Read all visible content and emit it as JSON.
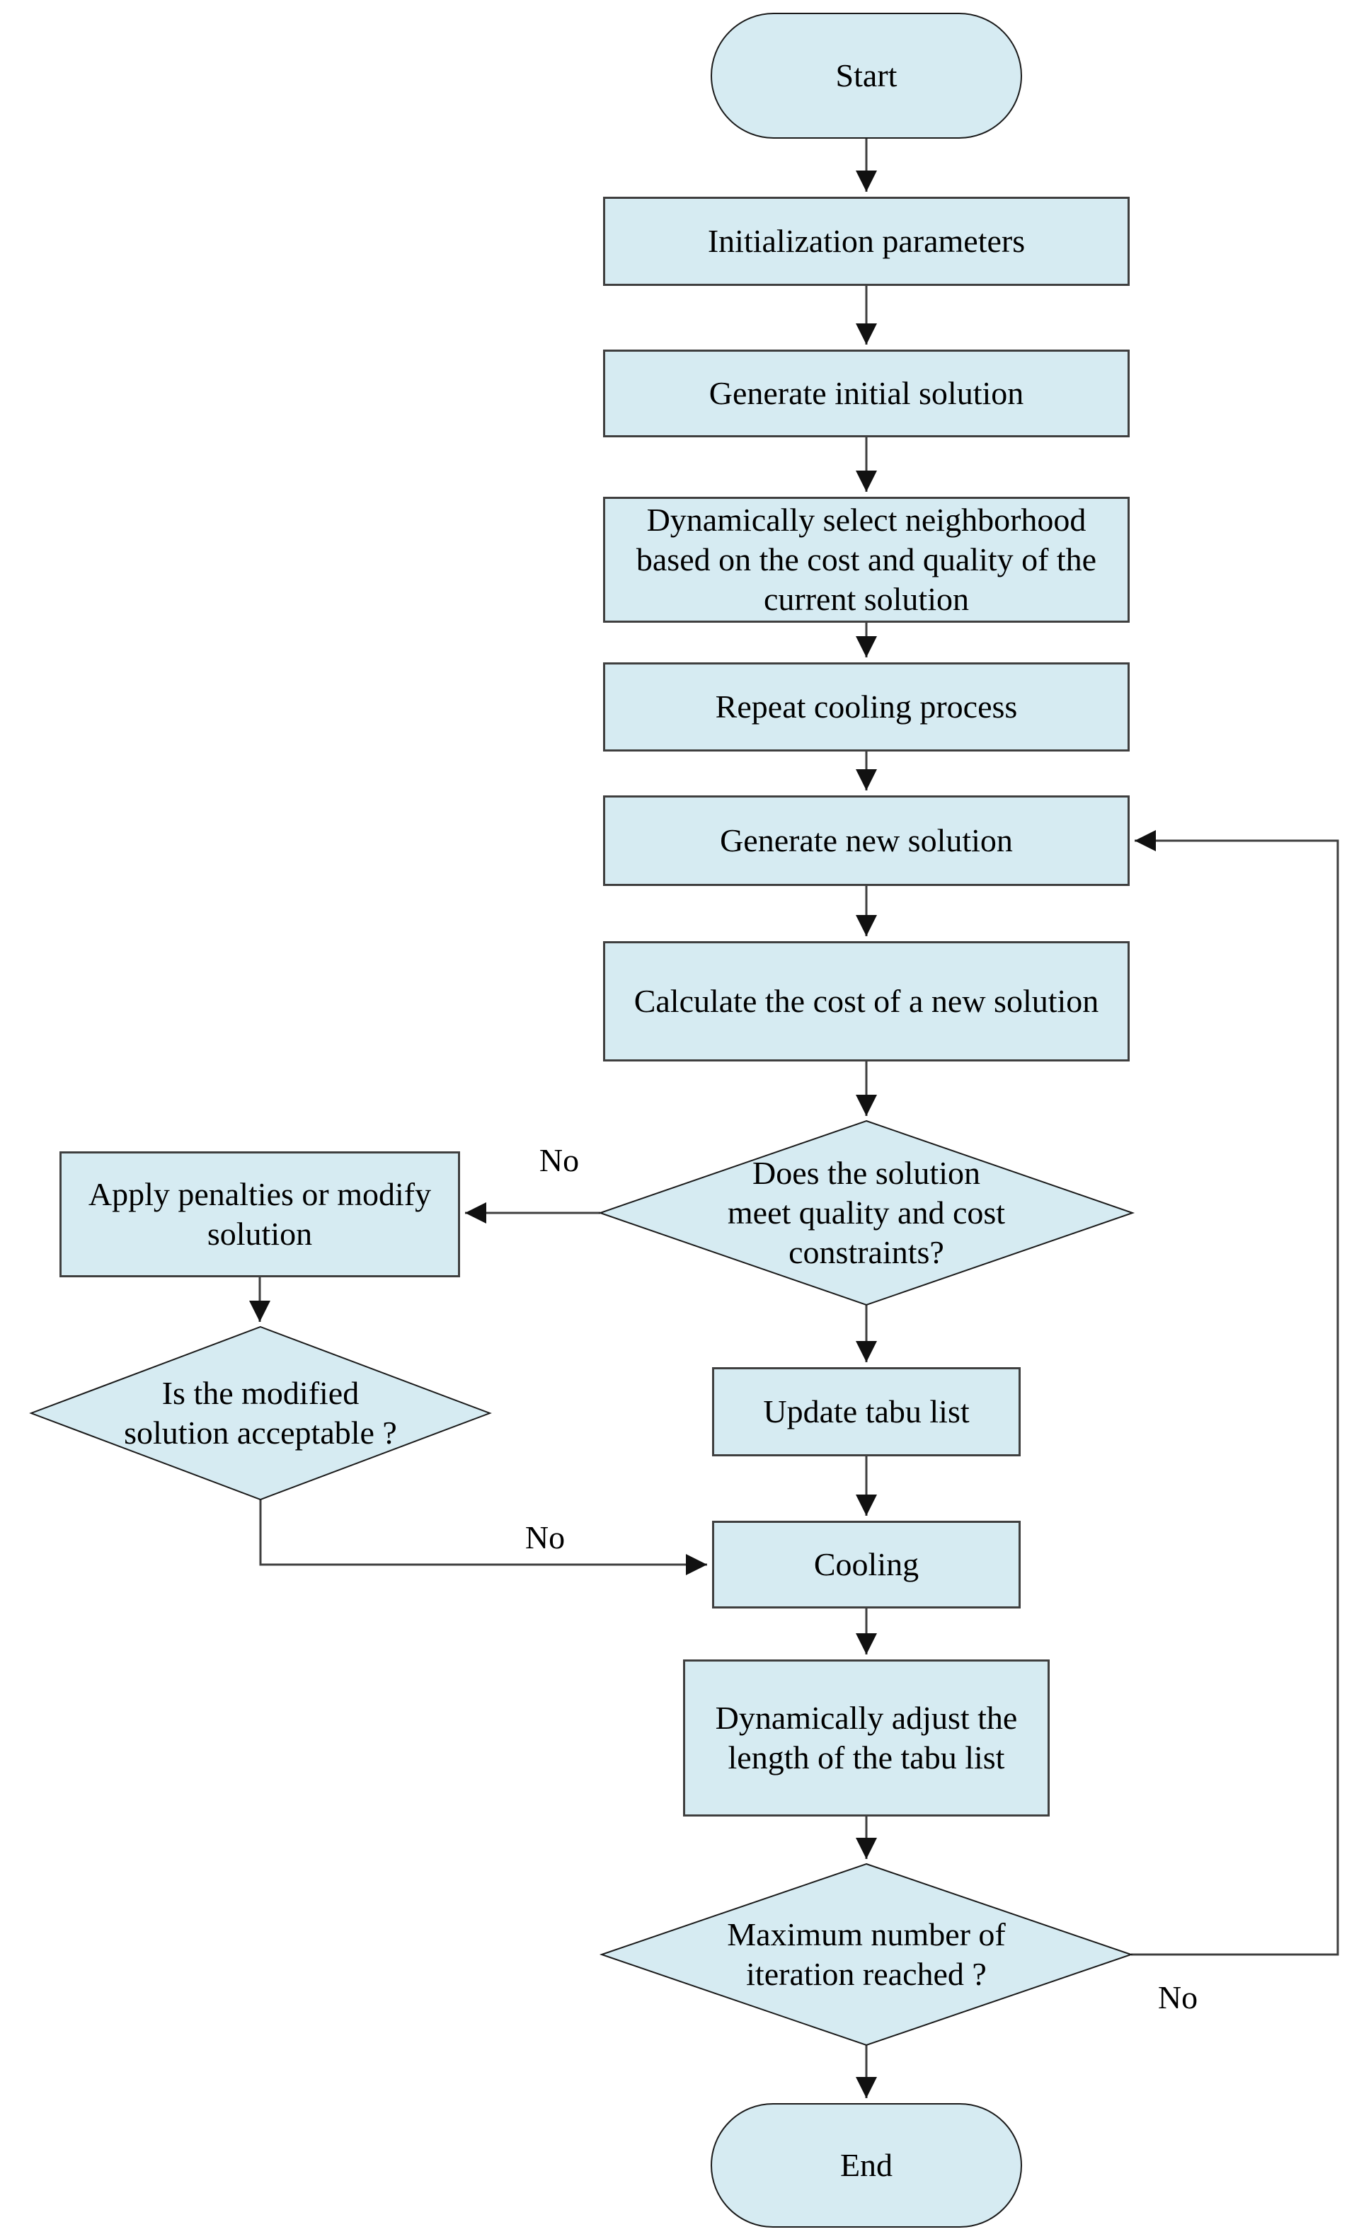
{
  "diagram": {
    "type": "flowchart",
    "colors": {
      "node_fill": "#d6ebf2",
      "node_border": "#3f3f3f",
      "diamond_border": "#1a1a1a",
      "connector": "#3f3f3f",
      "arrowhead": "#111111",
      "text": "#000000",
      "background": "#ffffff"
    },
    "nodes": {
      "start": {
        "type": "terminator",
        "lines": [
          "Start"
        ]
      },
      "init_params": {
        "type": "process",
        "lines": [
          "Initialization parameters"
        ]
      },
      "gen_initial": {
        "type": "process",
        "lines": [
          "Generate initial solution"
        ]
      },
      "dyn_select": {
        "type": "process",
        "lines": [
          "Dynamically select neighborhood",
          "based on the cost and quality of the",
          "current solution"
        ]
      },
      "repeat_cooling": {
        "type": "process",
        "lines": [
          "Repeat cooling process"
        ]
      },
      "gen_new": {
        "type": "process",
        "lines": [
          "Generate new solution"
        ]
      },
      "calc_cost": {
        "type": "process",
        "lines": [
          "Calculate the cost of a new solution"
        ]
      },
      "meet_constraints": {
        "type": "decision",
        "lines": [
          "Does the solution",
          "meet quality and cost",
          "constraints?"
        ]
      },
      "apply_penalties": {
        "type": "process",
        "lines": [
          "Apply penalties or modify",
          "solution"
        ]
      },
      "modified_acceptable": {
        "type": "decision",
        "lines": [
          "Is the modified",
          "solution acceptable ?"
        ]
      },
      "update_tabu": {
        "type": "process",
        "lines": [
          "Update tabu list"
        ]
      },
      "cooling": {
        "type": "process",
        "lines": [
          "Cooling"
        ]
      },
      "dyn_adjust": {
        "type": "process",
        "lines": [
          "Dynamically adjust the",
          "length of the tabu list"
        ]
      },
      "max_iteration": {
        "type": "decision",
        "lines": [
          "Maximum number of",
          "iteration reached ?"
        ]
      },
      "end": {
        "type": "terminator",
        "lines": [
          "End"
        ]
      }
    },
    "edge_labels": {
      "no_meet": "No",
      "no_acceptable": "No",
      "no_max_iteration": "No"
    }
  }
}
